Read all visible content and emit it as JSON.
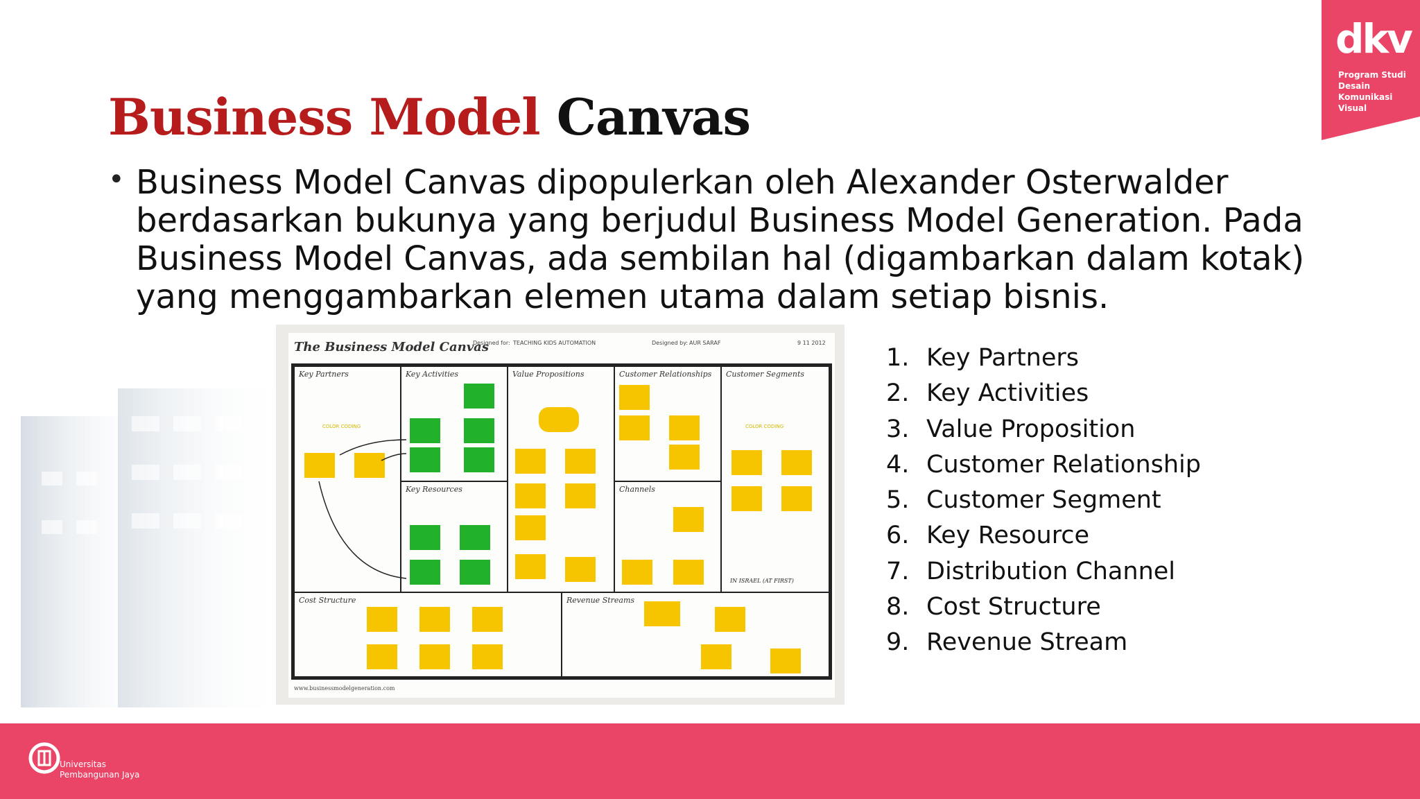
{
  "slide": {
    "title_part1": "Business Model",
    "title_part2": "Canvas",
    "bullet": "Business Model Canvas dipopulerkan oleh Alexander Osterwalder berdasarkan bukunya yang berjudul Business Model Generation. Pada Business Model Canvas, ada sembilan hal (digambarkan dalam kotak) yang menggambarkan elemen utama dalam setiap bisnis."
  },
  "list": [
    {
      "num": "1.",
      "label": "Key Partners"
    },
    {
      "num": "2.",
      "label": "Key Activities"
    },
    {
      "num": "3.",
      "label": "Value Proposition"
    },
    {
      "num": "4.",
      "label": "Customer Relationship"
    },
    {
      "num": "5.",
      "label": "Customer Segment"
    },
    {
      "num": "6.",
      "label": "Key Resource"
    },
    {
      "num": "7.",
      "label": "Distribution Channel"
    },
    {
      "num": "8.",
      "label": "Cost Structure"
    },
    {
      "num": "9.",
      "label": "Revenue Stream"
    }
  ],
  "canvas_image": {
    "title": "The Business Model Canvas",
    "designed_for_label": "Designed for:",
    "designed_for_value": "TEACHING KIDS AUTOMATION",
    "designed_by_label": "Designed by:",
    "designed_by_value": "AUR SARAF",
    "date_value": "9 11 2012",
    "sections": {
      "key_partners": "Key Partners",
      "key_activities": "Key Activities",
      "value_propositions": "Value Propositions",
      "customer_relationships": "Customer Relationships",
      "customer_segments": "Customer Segments",
      "key_resources": "Key Resources",
      "channels": "Channels",
      "cost_structure": "Cost Structure",
      "revenue_streams": "Revenue Streams"
    },
    "color_coding_1": "COLOR CODING",
    "color_coding_2": "COLOR CODING",
    "segment_note": "IN ISRAEL (AT FIRST)",
    "footer_url": "www.businessmodelgeneration.com"
  },
  "logo": {
    "mark": "dkv",
    "line1": "Program Studi",
    "line2": "Desain",
    "line3": "Komunikasi",
    "line4": "Visual"
  },
  "footer": {
    "univ_line1": "Universitas",
    "univ_line2": "Pembangunan Jaya"
  },
  "colors": {
    "title_red": "#b71c1c",
    "brand_pink": "#ea4466",
    "sticky_yellow": "#f7c400",
    "sticky_green": "#22b12b"
  }
}
